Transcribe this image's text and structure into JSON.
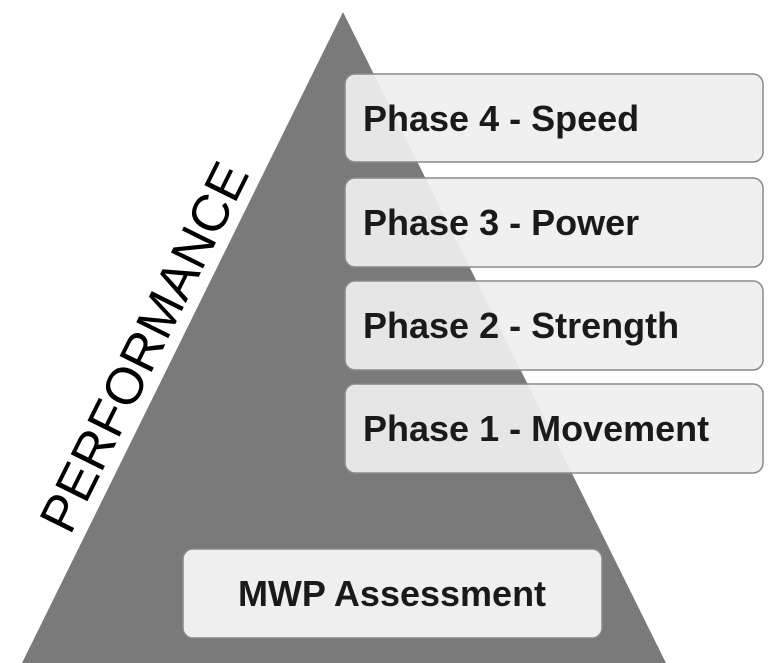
{
  "diagram": {
    "side_label": "PERFORMANCE",
    "phases": [
      {
        "label": "Phase 4 - Speed"
      },
      {
        "label": "Phase 3 - Power"
      },
      {
        "label": "Phase 2 - Strength"
      },
      {
        "label": "Phase 1 - Movement"
      }
    ],
    "base_label": "MWP Assessment"
  },
  "colors": {
    "pyramid": "#7a7a7a",
    "box_fill": "#efefef",
    "box_border": "#8a8a8a",
    "text": "#1a1a1a"
  }
}
